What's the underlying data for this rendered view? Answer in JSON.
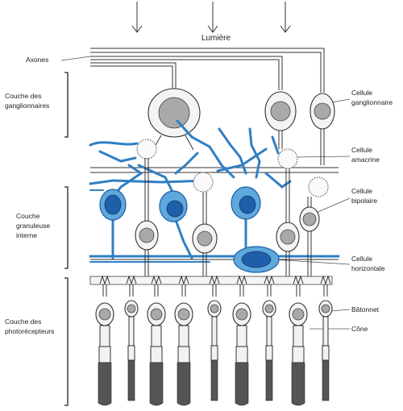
{
  "diagram": {
    "title": "Lumière",
    "labels": {
      "axones": "Axones",
      "couche_ganglionnaires": [
        "Couche des",
        "ganglionnaires"
      ],
      "couche_granuleuse": [
        "Couche",
        "granuleuse",
        "interne"
      ],
      "couche_photorecepteurs": [
        "Couche des",
        "photorécepteurs"
      ],
      "cellule_ganglionnaire": [
        "Cellule",
        "ganglionnaire"
      ],
      "cellule_amacrine": [
        "Cellule",
        "amacrine"
      ],
      "cellule_bipolaire": [
        "Cellule",
        "bipolaire"
      ],
      "cellule_horizontale": [
        "Cellule",
        "horizontale"
      ],
      "batonnet": "Bâtonnet",
      "cone": "Cône"
    },
    "colors": {
      "accent_blue": "#2f7fc4",
      "accent_blue_light": "#5fa8dc",
      "accent_blue_dark": "#1d5fa8"
    }
  }
}
